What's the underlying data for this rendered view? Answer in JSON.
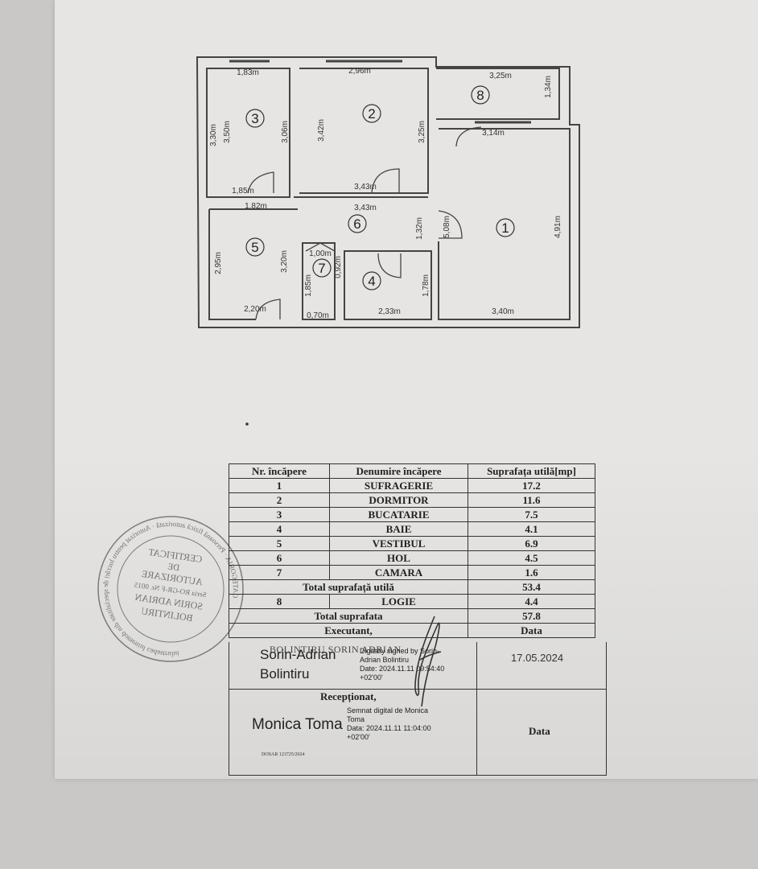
{
  "plan": {
    "room_numbers": [
      "1",
      "2",
      "3",
      "4",
      "5",
      "6",
      "7",
      "8"
    ],
    "dimensions": {
      "r3_top": "1,83m",
      "r2_top": "2,96m",
      "r8_top": "3,25m",
      "r8_side": "1,34m",
      "r1_top": "3,14m",
      "r3_left_outer": "3,30m",
      "r3_left_inner": "3,50m",
      "r3_right": "3,06m",
      "r2_left": "3,42m",
      "r2_right": "3,25m",
      "r3_bottom": "1,85m",
      "r2_bottom": "3,43m",
      "hall_top": "3,43m",
      "r5_top": "1,82m",
      "hall_side": "1,32m",
      "r1_left": "5,08m",
      "r1_right": "4,91m",
      "r7_top": "1,00m",
      "r7_side": "0,92m",
      "r5_side": "3,20m",
      "r5_left": "2,95m",
      "r7_left": "1,85m",
      "r4_side": "1,78m",
      "r5_bottom": "2,20m",
      "r7_bottom": "0,70m",
      "r4_bottom": "2,33m",
      "r1_bottom": "3,40m"
    }
  },
  "table": {
    "headers": [
      "Nr. încăpere",
      "Denumire încăpere",
      "Suprafața utilă[mp]"
    ],
    "rooms": [
      {
        "nr": "1",
        "name": "SUFRAGERIE",
        "area": "17.2"
      },
      {
        "nr": "2",
        "name": "DORMITOR",
        "area": "11.6"
      },
      {
        "nr": "3",
        "name": "BUCATARIE",
        "area": "7.5"
      },
      {
        "nr": "4",
        "name": "BAIE",
        "area": "4.1"
      },
      {
        "nr": "5",
        "name": "VESTIBUL",
        "area": "6.9"
      },
      {
        "nr": "6",
        "name": "HOL",
        "area": "4.5"
      },
      {
        "nr": "7",
        "name": "CAMARA",
        "area": "1.6"
      }
    ],
    "total_util_label": "Total suprafață utilă",
    "total_util_value": "53.4",
    "logie": {
      "nr": "8",
      "name": "LOGIE",
      "area": "4.4"
    },
    "total_label": "Total suprafata",
    "total_value": "57.8",
    "executant_label": "Executant,",
    "data_label": "Data"
  },
  "signatures": {
    "executant_name_line1": "Sorin-Adrian",
    "executant_name_line2": "Bolintiru",
    "executant_printed": "BOLINTIRU SORIN ADRIAN",
    "executant_sig_line1": "Digitally signed by Sorin-",
    "executant_sig_line2": "Adrian Bolintiru",
    "executant_sig_line3": "Date: 2024.11.11 09:54:40",
    "executant_sig_line4": "+02'00'",
    "date_executant": "17.05.2024",
    "receptionat_label": "Recepționat,",
    "receiver_name": "Monica Toma",
    "receiver_sig_line1": "Semnat digital de Monica",
    "receiver_sig_line2": "Toma",
    "receiver_sig_line3": "Data: 2024.11.11 11:04:00",
    "receiver_sig_line4": "+02'00'",
    "data_label": "Data",
    "dosar": "DOSAR 123725/2024"
  },
  "stamp_text": {
    "ring": "CATEGORIA · Persoană fizică autorizată · Autorizat pentru lucrări de specialitate din domeniul cadastrului",
    "line1": "CERTIFICAT",
    "line2": "DE",
    "line3": "AUTORIZARE",
    "line4": "Seria RO-GR-F Nr. 0015",
    "line5": "SORIN ADRIAN",
    "line6": "BOLINTIRU"
  }
}
